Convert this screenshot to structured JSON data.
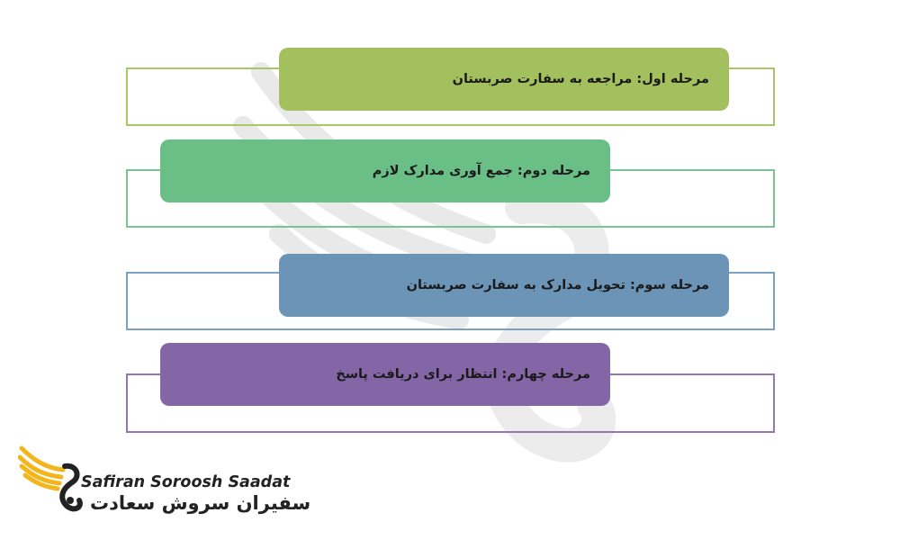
{
  "steps": [
    {
      "label": "مرحله اول: مراجعه به سفارت صربستان",
      "color": "#a3c05e",
      "border": "#a8c868"
    },
    {
      "label": "مرحله دوم: جمع آوری مدارک لازم",
      "color": "#6abf86",
      "border": "#79c492"
    },
    {
      "label": "مرحله سوم: تحویل مدارک به سفارت صربستان",
      "color": "#6b94b7",
      "border": "#7ba0c0"
    },
    {
      "label": "مرحله چهارم: انتظار برای دریافت پاسخ",
      "color": "#8466a6",
      "border": "#9279ad"
    }
  ],
  "logo": {
    "name_en": "Safiran Soroosh Saadat",
    "name_fa": "سفیران سروش سعادت",
    "wing_color": "#f2b51b"
  }
}
